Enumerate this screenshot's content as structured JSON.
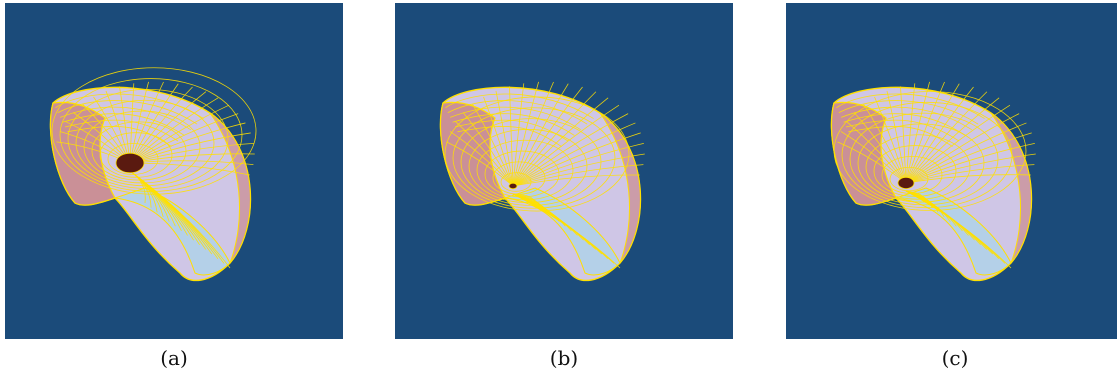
{
  "figure": {
    "panels": [
      {
        "caption": "(a)",
        "variant": "open"
      },
      {
        "caption": "(b)",
        "variant": "pinched"
      },
      {
        "caption": "(c)",
        "variant": "closed"
      }
    ]
  },
  "colors": {
    "background": "#1b4b7a",
    "surface_fill": "#cfc6e6",
    "shadow_fill": "#c98a8e",
    "highlight_fill": "#9fd8ea",
    "mesh_line": "#ffe000",
    "throat_dark": "#5a1a10"
  }
}
